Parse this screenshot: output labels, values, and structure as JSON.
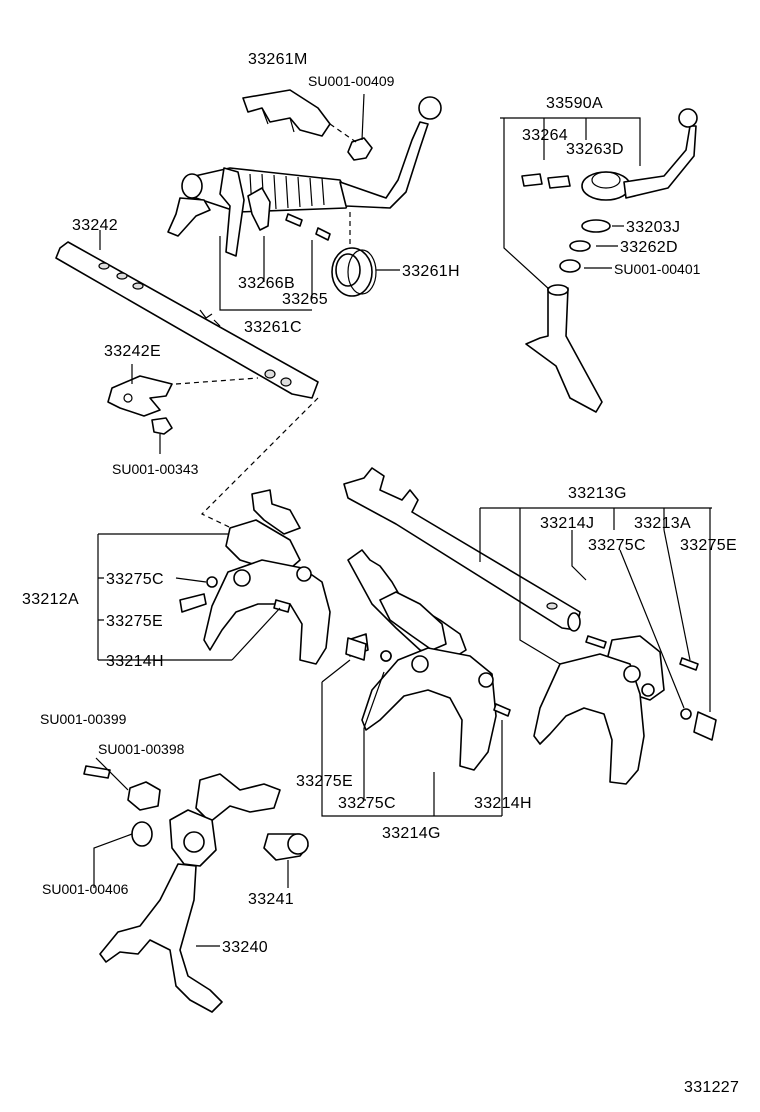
{
  "diagram": {
    "labels": {
      "l33261M": "33261M",
      "lSU00409": "SU001-00409",
      "l33590A": "33590A",
      "l33264": "33264",
      "l33263D": "33263D",
      "l33242": "33242",
      "l33203J": "33203J",
      "l33262D": "33262D",
      "lSU00401": "SU001-00401",
      "l33261H": "33261H",
      "l33266B": "33266B",
      "l33265": "33265",
      "l33261C": "33261C",
      "l33242E": "33242E",
      "lSU00343": "SU001-00343",
      "l33213G": "33213G",
      "l33214J": "33214J",
      "l33213A": "33213A",
      "l33275C_r": "33275C",
      "l33275E_r": "33275E",
      "l33212A": "33212A",
      "l33275C_l": "33275C",
      "l33275E_l": "33275E",
      "l33214H_l": "33214H",
      "lSU00399": "SU001-00399",
      "lSU00398": "SU001-00398",
      "l33275E_m": "33275E",
      "l33275C_m": "33275C",
      "l33214H_m": "33214H",
      "l33214G": "33214G",
      "lSU00406": "SU001-00406",
      "l33241": "33241",
      "l33240": "33240",
      "diagram_code": "331227"
    }
  }
}
